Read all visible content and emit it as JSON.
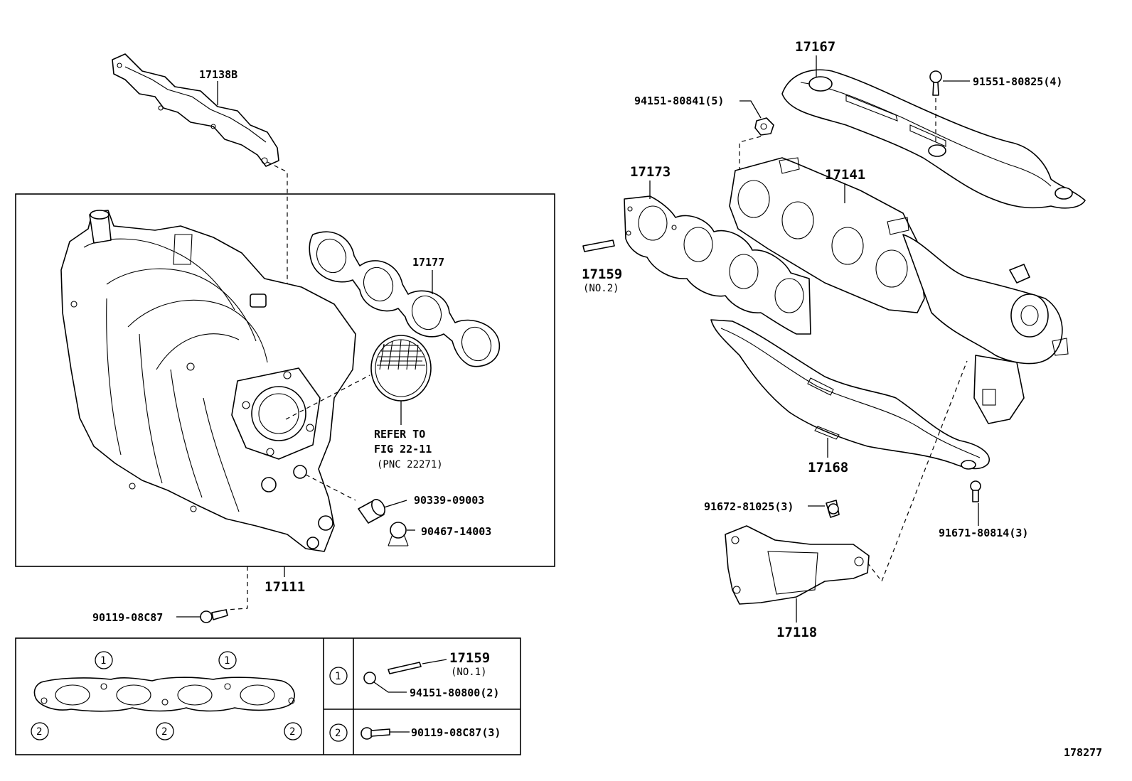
{
  "labels": {
    "p17138b": "17138B",
    "p17177": "17177",
    "refer_1": "REFER TO",
    "refer_2": "FIG 22-11",
    "refer_3": "(PNC 22271)",
    "p90339": "90339-09003",
    "p90467": "90467-14003",
    "p17111": "17111",
    "p90119a": "90119-08C87",
    "p17167": "17167",
    "p94151_841": "94151-80841(5)",
    "p91551": "91551-80825(4)",
    "p17173": "17173",
    "p17141": "17141",
    "p17159_2": "17159",
    "p17159_2_sub": "(NO.2)",
    "p17168": "17168",
    "p91672": "91672-81025(3)",
    "p91671": "91671-80814(3)",
    "p17118": "17118",
    "legend_17159": "17159",
    "legend_17159_sub": "(NO.1)",
    "legend_94151": "94151-80800(2)",
    "legend_90119": "90119-08C87(3)",
    "marker_1": "1",
    "marker_2": "2",
    "figure_number": "178277"
  }
}
